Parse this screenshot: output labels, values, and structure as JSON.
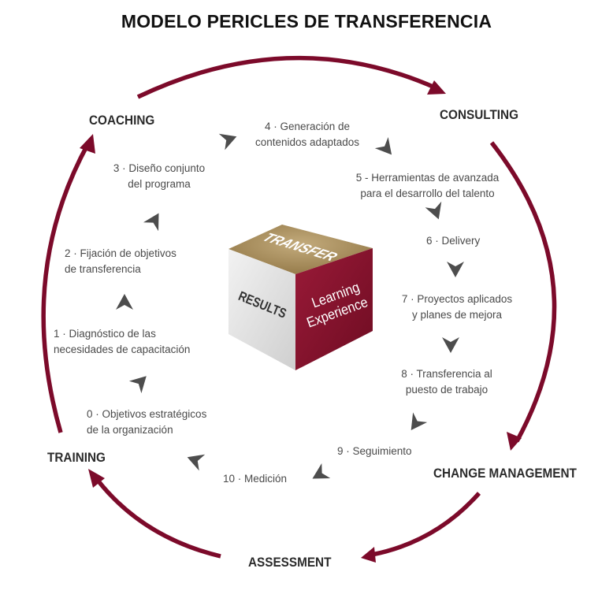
{
  "title": "MODELO PERICLES DE TRANSFERENCIA",
  "phases": {
    "coaching": "COACHING",
    "consulting": "CONSULTING",
    "change_management": "CHANGE MANAGEMENT",
    "assessment": "ASSESSMENT",
    "training": "TRAINING"
  },
  "steps": [
    {
      "lines": [
        "0 · Objetivos estratégicos",
        "de la organización"
      ]
    },
    {
      "lines": [
        "1 · Diagnóstico de las",
        "necesidades de capacitación"
      ]
    },
    {
      "lines": [
        "2 · Fijación de objetivos",
        "de transferencia"
      ]
    },
    {
      "lines": [
        "3 · Diseño conjunto",
        "del programa"
      ]
    },
    {
      "lines": [
        "4 · Generación de",
        "contenidos adaptados"
      ]
    },
    {
      "lines": [
        "5 - Herramientas de avanzada",
        "para el desarrollo del talento"
      ]
    },
    {
      "lines": [
        "6 · Delivery"
      ]
    },
    {
      "lines": [
        "7 · Proyectos aplicados",
        "y planes de mejora"
      ]
    },
    {
      "lines": [
        "8 · Transferencia al",
        "puesto de trabajo"
      ]
    },
    {
      "lines": [
        "9 · Seguimiento"
      ]
    },
    {
      "lines": [
        "10 · Medición"
      ]
    }
  ],
  "cube": {
    "top_label": "TRANSFER",
    "left_label": "RESULTS",
    "right_label_line1": "Learning",
    "right_label_line2": "Experience"
  },
  "colors": {
    "cycle_arrow": "#7c0a2a",
    "step_chevron": "#4d4d4d",
    "cube_top": "#a68c5c",
    "cube_left": "#e4e4e4",
    "cube_right": "#8a1430",
    "phase_text": "#2b2b2b",
    "step_text": "#4a4a4a"
  }
}
